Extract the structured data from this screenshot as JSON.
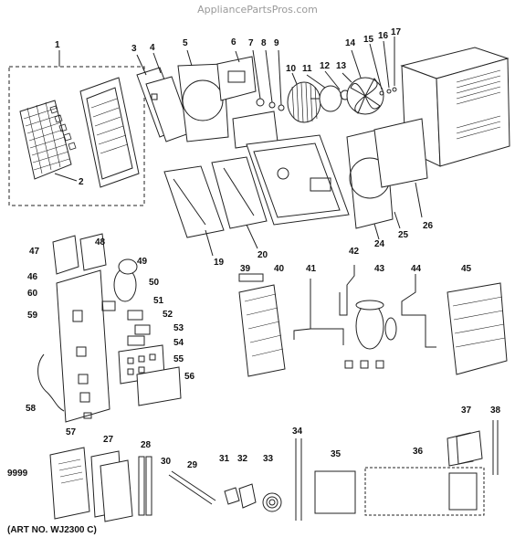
{
  "watermark": "AppliancePartsPros.com",
  "art_number": "(ART NO. WJ2300 C)",
  "callouts": [
    "1",
    "2",
    "3",
    "4",
    "5",
    "6",
    "7",
    "8",
    "9",
    "10",
    "11",
    "12",
    "13",
    "14",
    "15",
    "16",
    "17",
    "19",
    "20",
    "24",
    "25",
    "26",
    "27",
    "28",
    "29",
    "30",
    "31",
    "32",
    "33",
    "34",
    "35",
    "36",
    "37",
    "38",
    "39",
    "40",
    "41",
    "42",
    "43",
    "44",
    "45",
    "47",
    "48",
    "49",
    "50",
    "46",
    "60",
    "51",
    "59",
    "52",
    "53",
    "54",
    "55",
    "56",
    "58",
    "57",
    "9999"
  ]
}
